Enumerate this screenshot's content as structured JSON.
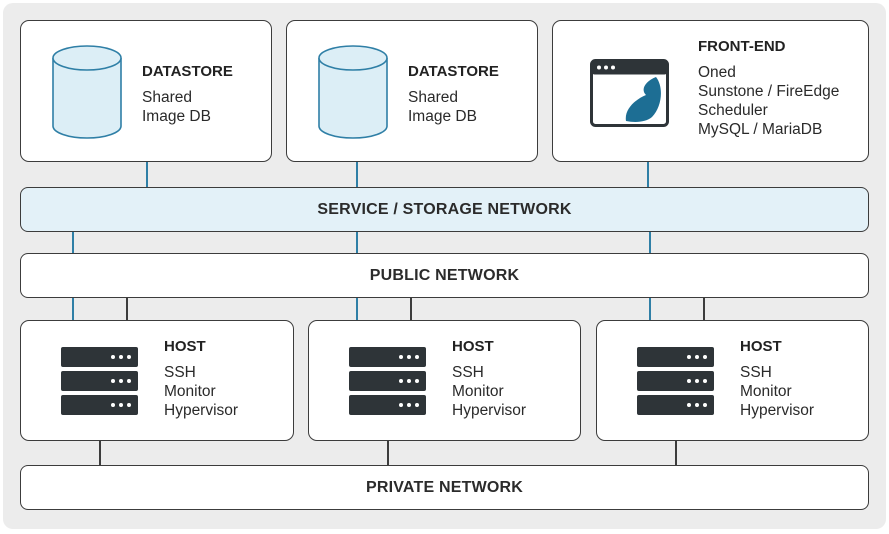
{
  "datastores": [
    {
      "title": "DATASTORE",
      "lines": [
        "Shared",
        "Image DB"
      ],
      "icon": "database-icon"
    },
    {
      "title": "DATASTORE",
      "lines": [
        "Shared",
        "Image DB"
      ],
      "icon": "database-icon"
    }
  ],
  "frontend": {
    "title": "FRONT-END",
    "lines": [
      "Oned",
      "Sunstone / FireEdge",
      "Scheduler",
      "MySQL / MariaDB"
    ],
    "icon": "browser-window-icon"
  },
  "networks": {
    "service": "SERVICE / STORAGE NETWORK",
    "public": "PUBLIC NETWORK",
    "private": "PRIVATE NETWORK"
  },
  "hosts": [
    {
      "title": "HOST",
      "lines": [
        "SSH",
        "Monitor",
        "Hypervisor"
      ],
      "icon": "server-rack-icon"
    },
    {
      "title": "HOST",
      "lines": [
        "SSH",
        "Monitor",
        "Hypervisor"
      ],
      "icon": "server-rack-icon"
    },
    {
      "title": "HOST",
      "lines": [
        "SSH",
        "Monitor",
        "Hypervisor"
      ],
      "icon": "server-rack-icon"
    }
  ],
  "colors": {
    "service_network_fill": "#e3f1f8",
    "database_fill": "#dceef6",
    "link_blue": "#2f7fa6",
    "icon_dark": "#2e3438",
    "frontend_logo_blue": "#1d6e94"
  }
}
